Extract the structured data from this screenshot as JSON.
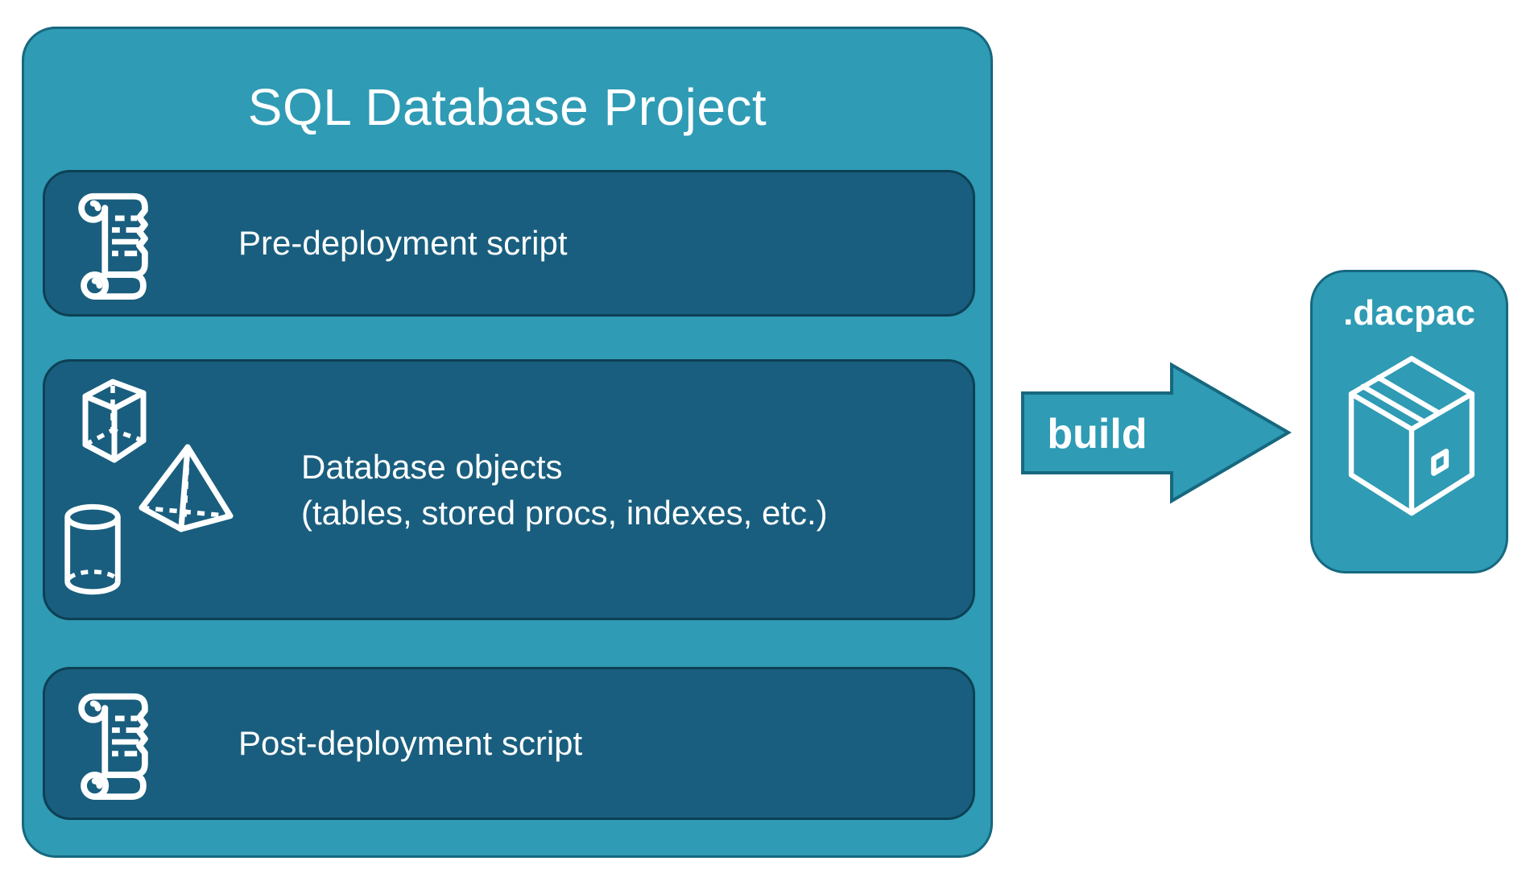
{
  "colors": {
    "teal": "#2F9BB4",
    "teal_border": "#16687F",
    "panel": "#195E7E",
    "panel_border": "#0D4054",
    "text": "#FFFFFF"
  },
  "project": {
    "title": "SQL Database Project",
    "panels": [
      {
        "id": "pre-deployment",
        "label": "Pre-deployment script",
        "icon": "scroll-icon"
      },
      {
        "id": "database-objects",
        "label_line1": "Database objects",
        "label_line2": "(tables, stored procs, indexes, etc.)",
        "icons": [
          "cube-icon",
          "pyramid-icon",
          "cylinder-icon"
        ]
      },
      {
        "id": "post-deployment",
        "label": "Post-deployment script",
        "icon": "scroll-icon"
      }
    ]
  },
  "arrow": {
    "label": "build"
  },
  "output": {
    "label": ".dacpac",
    "icon": "package-icon"
  }
}
